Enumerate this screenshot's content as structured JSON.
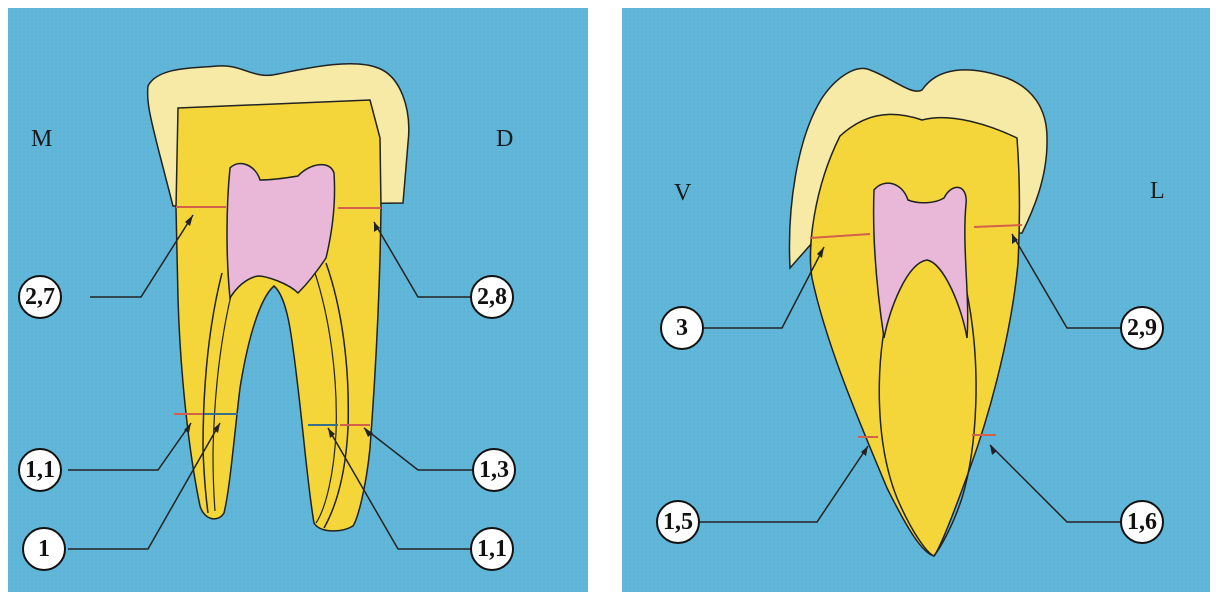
{
  "left_panel": {
    "side_left": "M",
    "side_right": "D",
    "labels": {
      "cervical_mesial": "2,7",
      "cervical_distal": "2,8",
      "apical_mesial_outer": "1,1",
      "apical_mesial_inner": "1",
      "apical_distal_outer": "1,3",
      "apical_distal_inner": "1,1"
    }
  },
  "right_panel": {
    "side_left": "V",
    "side_right": "L",
    "labels": {
      "cervical_vestibular": "3",
      "cervical_lingual": "2,9",
      "apical_vestibular": "1,5",
      "apical_lingual": "1,6"
    }
  },
  "colors": {
    "background": "#5fb5d8",
    "enamel": "#f6eaa6",
    "dentin": "#f4d63a",
    "pulp": "#e9b8d8",
    "measure_line": "#d2604a"
  }
}
